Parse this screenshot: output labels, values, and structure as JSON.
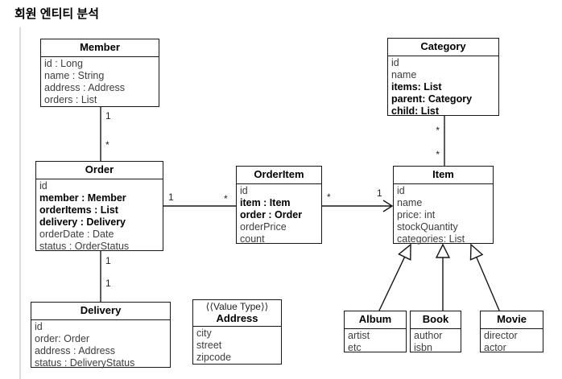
{
  "page": {
    "title": "회원 엔티티 분석"
  },
  "diagram": {
    "classes": {
      "member": {
        "name": "Member",
        "attributes": [
          "id : Long",
          "name : String",
          "address : Address",
          "orders : List"
        ]
      },
      "category": {
        "name": "Category",
        "attributes": [
          "id",
          "name",
          "items: List",
          "parent: Category",
          "child: List"
        ]
      },
      "order": {
        "name": "Order",
        "attributes": [
          "id",
          "member : Member",
          "orderItems : List",
          "delivery : Delivery",
          "orderDate : Date",
          "status : OrderStatus"
        ]
      },
      "orderItem": {
        "name": "OrderItem",
        "attributes": [
          "id",
          "item : Item",
          "order : Order",
          "orderPrice",
          "count"
        ]
      },
      "item": {
        "name": "Item",
        "attributes": [
          "id",
          "name",
          "price: int",
          "stockQuantity",
          "categories: List"
        ]
      },
      "delivery": {
        "name": "Delivery",
        "attributes": [
          "id",
          "order: Order",
          "address : Address",
          "status : DeliveryStatus"
        ]
      },
      "address": {
        "stereotype": "⟨⟨Value Type⟩⟩",
        "name": "Address",
        "attributes": [
          "city",
          "street",
          "zipcode"
        ]
      },
      "album": {
        "name": "Album",
        "attributes": [
          "artist",
          "etc"
        ]
      },
      "book": {
        "name": "Book",
        "attributes": [
          "author",
          "isbn"
        ]
      },
      "movie": {
        "name": "Movie",
        "attributes": [
          "director",
          "actor"
        ]
      }
    },
    "multiplicities": {
      "member_order_member_end": "1",
      "member_order_order_end": "*",
      "order_orderitem_order_end": "1",
      "order_orderitem_orderitem_end": "*",
      "orderitem_item_orderitem_end": "*",
      "orderitem_item_item_end": "1",
      "category_item_category_end": "*",
      "category_item_item_end": "*",
      "order_delivery_order_end": "1",
      "order_delivery_delivery_end": "1"
    }
  }
}
